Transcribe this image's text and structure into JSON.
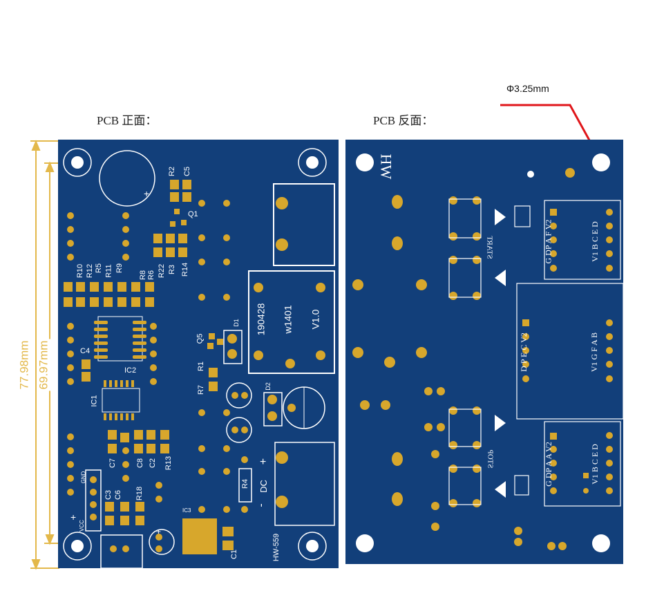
{
  "captions": {
    "front": "PCB 正面：",
    "back": "PCB 反面："
  },
  "hole_dimension": "Φ3.25mm",
  "dimensions": {
    "outer": "77.98mm",
    "inner": "69.97mm"
  },
  "front": {
    "ref_labels": {
      "r2": "R2",
      "c5": "C5",
      "q1": "Q1",
      "r10": "R10",
      "r12": "R12",
      "r5": "R5",
      "r11": "R11",
      "r9": "R9",
      "r8": "R8",
      "r6": "R6",
      "r22": "R22",
      "r3": "R3",
      "r14": "R14",
      "c4": "C4",
      "ic2": "IC2",
      "ic1": "IC1",
      "q5": "Q5",
      "r1": "R1",
      "r7": "R7",
      "d1": "D1",
      "d2": "D2",
      "c7": "C7",
      "c8": "C8",
      "c2": "C2",
      "r13": "R13",
      "c3": "C3",
      "c6": "C6",
      "r18": "R18",
      "r4": "R4",
      "ic3": "IC3",
      "c1": "C1",
      "gnd": "GND",
      "vcc": "VCC"
    },
    "module": {
      "date": "190428",
      "code": "w1401",
      "version": "V1.0"
    },
    "dc": {
      "label": "DC",
      "plus": "+",
      "minus": "-"
    },
    "board_name": "HW-559",
    "misc": {
      "vcc_plus": "+",
      "buzzer_plus": "+",
      "cap_plus": "+"
    }
  },
  "back": {
    "mirror_label": "HW",
    "start": "START",
    "stop": "STOP",
    "segment_rows": {
      "row1_left": "G DP A F V2",
      "row1_right": "V1 B C E D",
      "row2_left": "D P E C V2",
      "row2_right": "V1 G F A B",
      "row3_left": "G DP A A V2",
      "row3_right": "V1 B C E D"
    }
  },
  "colors": {
    "board": "#123f7a",
    "pad": "#d7a72c",
    "silk": "#ffffff",
    "dimension": "#e3b84a",
    "leader": "#e0161a"
  }
}
